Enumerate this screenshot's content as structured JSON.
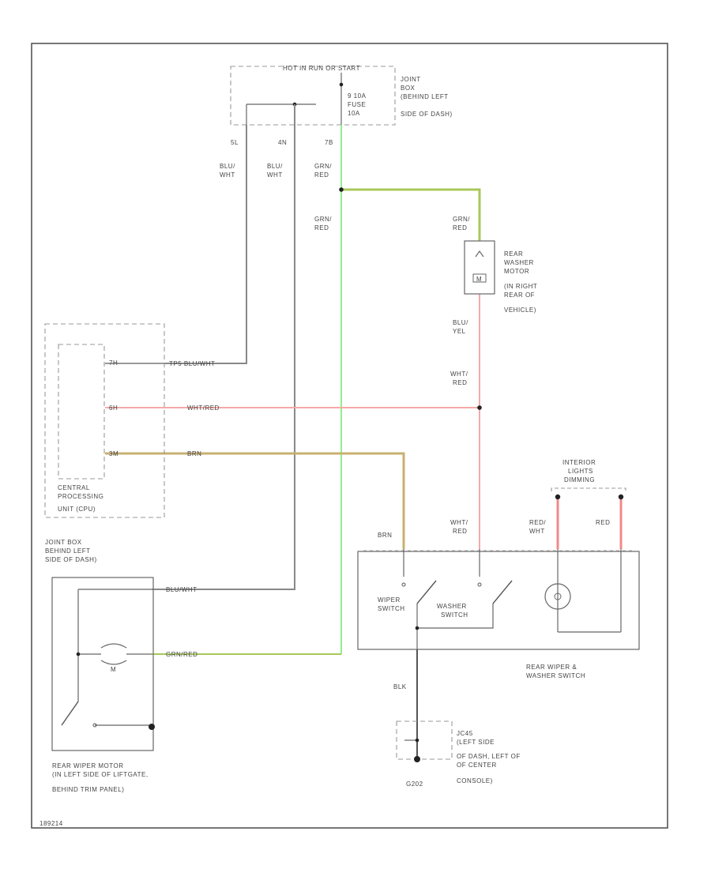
{
  "wire_colors": {
    "blu_wht": "#888888",
    "grn_red": "#90ee90",
    "grn_red_tan": "#a8c85a",
    "wht_red": "#f7a8a8",
    "brn": "#c8b070",
    "red": "#f08a8a",
    "blk": "#555555",
    "tp": "#999999"
  },
  "fuse_box": {
    "header": "HOT IN RUN OR START",
    "fuse": [
      "9 10A",
      "FUSE",
      "10A"
    ],
    "location": [
      "JOINT",
      "BOX",
      "(BEHIND LEFT",
      "SIDE OF DASH)"
    ],
    "pins": [
      "5L",
      "4N",
      "7B"
    ]
  },
  "wire_labels": {
    "blu_wht_1": [
      "BLU/",
      "WHT"
    ],
    "blu_wht_2": [
      "BLU/",
      "WHT"
    ],
    "grn_red_top": [
      "GRN/",
      "RED"
    ],
    "grn_red_mid": [
      "GRN/",
      "RED"
    ],
    "grn_red_motor": [
      "GRN/",
      "RED"
    ],
    "blu_yel": [
      "BLU/",
      "YEL"
    ],
    "wht_red_1": [
      "WHT/",
      "RED"
    ],
    "brn": "BRN",
    "wht_red_2": [
      "WHT/",
      "RED"
    ],
    "red_wht": [
      "RED/",
      "WHT"
    ],
    "red": "RED",
    "blk": "BLK"
  },
  "washer_motor": {
    "label": [
      "REAR",
      "WASHER",
      "MOTOR",
      "(IN RIGHT",
      "REAR OF",
      "VEHICLE)"
    ],
    "symbol": "M"
  },
  "cpu": {
    "pins": [
      "7H",
      "6H",
      "3M"
    ],
    "wires": [
      "TP5 BLU/WHT",
      "WHT/RED",
      "BRN"
    ],
    "label": [
      "CENTRAL",
      "PROCESSING",
      "UNIT (CPU)"
    ],
    "location": [
      "JOINT BOX",
      "BEHIND LEFT",
      "SIDE OF DASH)"
    ]
  },
  "interior_lights": {
    "label": [
      "INTERIOR",
      "LIGHTS",
      "DIMMING"
    ]
  },
  "switch": {
    "wiper": [
      "WIPER",
      "SWITCH"
    ],
    "washer": [
      "WASHER",
      "SWITCH"
    ],
    "name": [
      "REAR WIPER &",
      "WASHER SWITCH"
    ]
  },
  "wiper_motor": {
    "wire_top": "BLU/WHT",
    "wire_bottom": "GRN/RED",
    "symbol": "M",
    "label": [
      "REAR WIPER MOTOR",
      "(IN LEFT SIDE OF LIFTGATE,",
      "BEHIND TRIM PANEL)"
    ]
  },
  "ground_box": {
    "label": [
      "JC45",
      "(LEFT SIDE",
      "OF DASH, LEFT OF",
      "OF CENTER",
      "CONSOLE)"
    ],
    "ground_id": "G202"
  },
  "diagram_id": "189214"
}
